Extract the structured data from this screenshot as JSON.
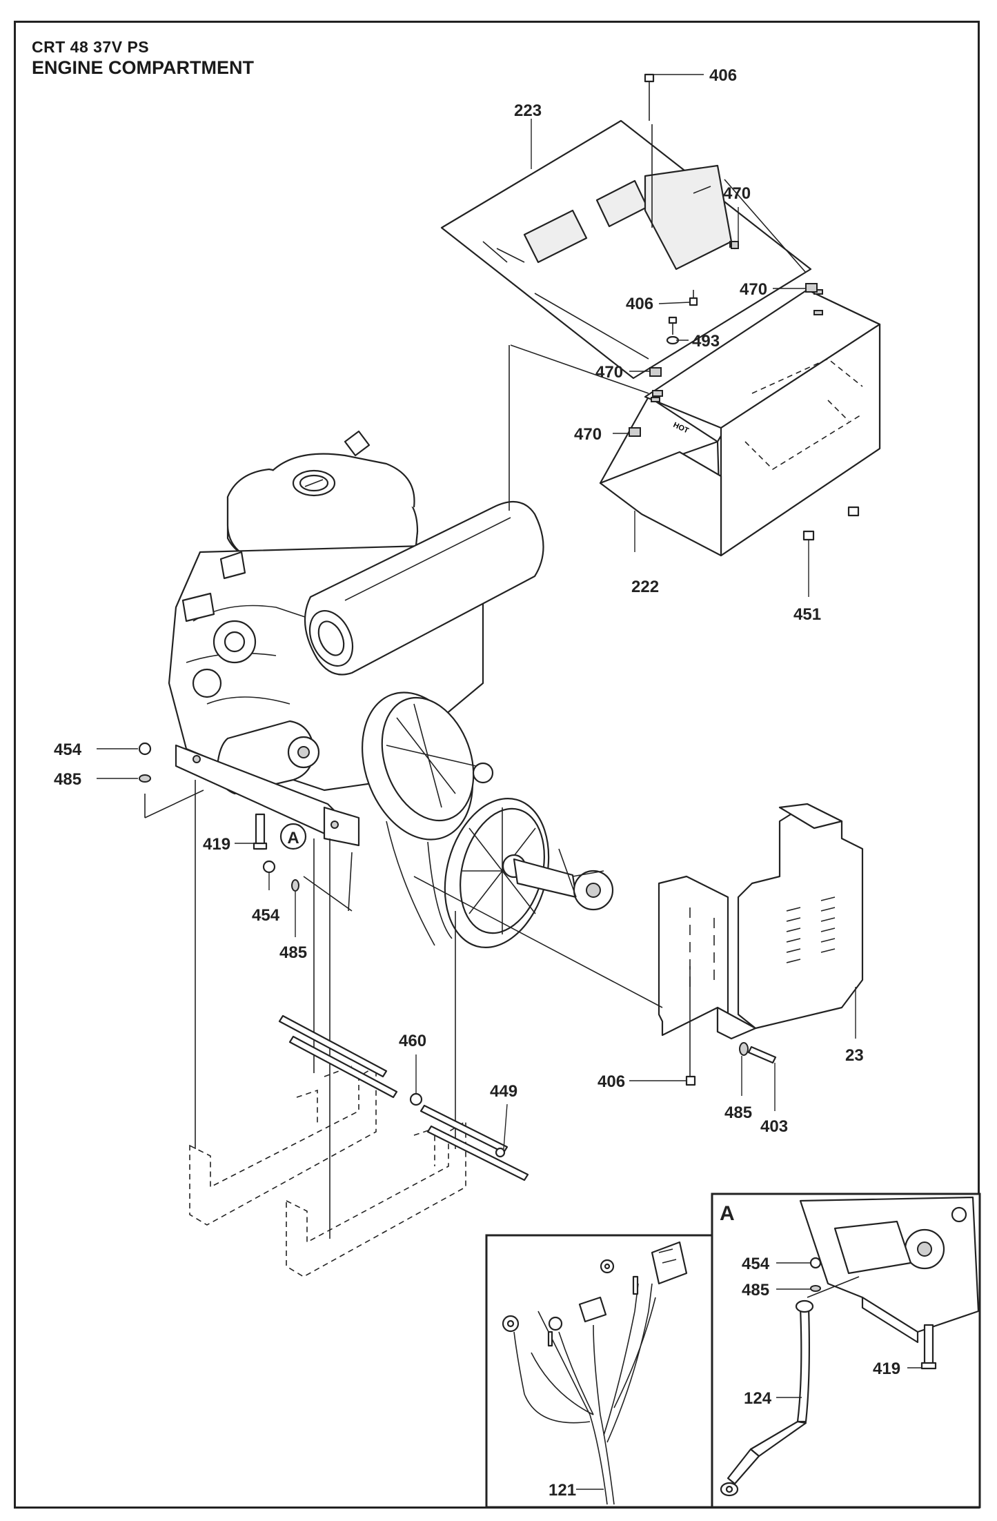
{
  "title": {
    "model": "CRT 48 37V PS",
    "section": "ENGINE COMPARTMENT"
  },
  "detail_view": {
    "letter": "A",
    "callout": "A"
  },
  "callouts": {
    "c406_top": "406",
    "c223": "223",
    "c470_a": "470",
    "c406_mid": "406",
    "c470_b": "470",
    "c493": "493",
    "c470_c": "470",
    "c470_d": "470",
    "c222": "222",
    "c451": "451",
    "c454_left": "454",
    "c485_left": "485",
    "c419": "419",
    "c454_mid": "454",
    "c485_mid": "485",
    "c460": "460",
    "c449": "449",
    "c406_bottom": "406",
    "c485_bottom": "485",
    "c403": "403",
    "c23": "23",
    "c121": "121",
    "c454_inset": "454",
    "c485_inset": "485",
    "c419_inset": "419",
    "c124": "124"
  }
}
